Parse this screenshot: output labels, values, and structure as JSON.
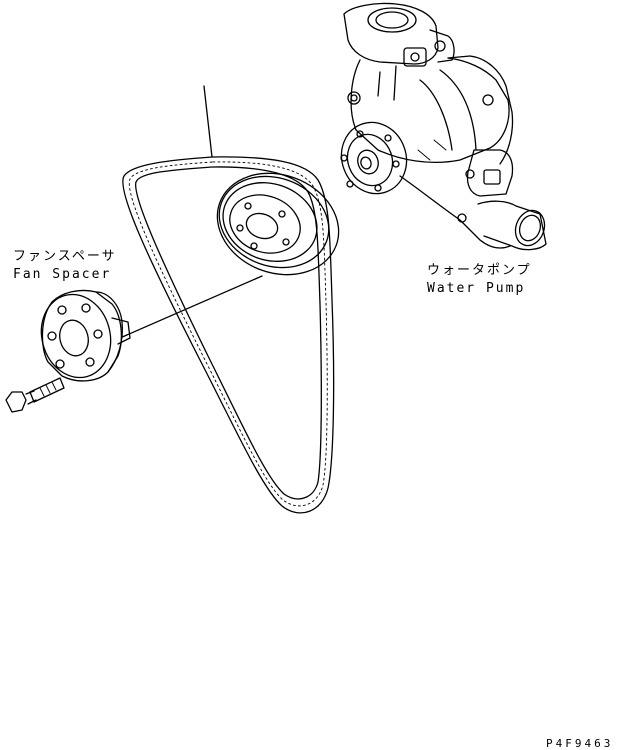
{
  "labels": {
    "fan_spacer_jp": "ファンスペーサ",
    "fan_spacer_en": "Fan Spacer",
    "water_pump_jp": "ウォータポンプ",
    "water_pump_en": "Water Pump",
    "drawing_code": "P4F9463"
  },
  "parts": [
    "fan-belt",
    "pulley",
    "fan-spacer",
    "bolt",
    "water-pump"
  ]
}
